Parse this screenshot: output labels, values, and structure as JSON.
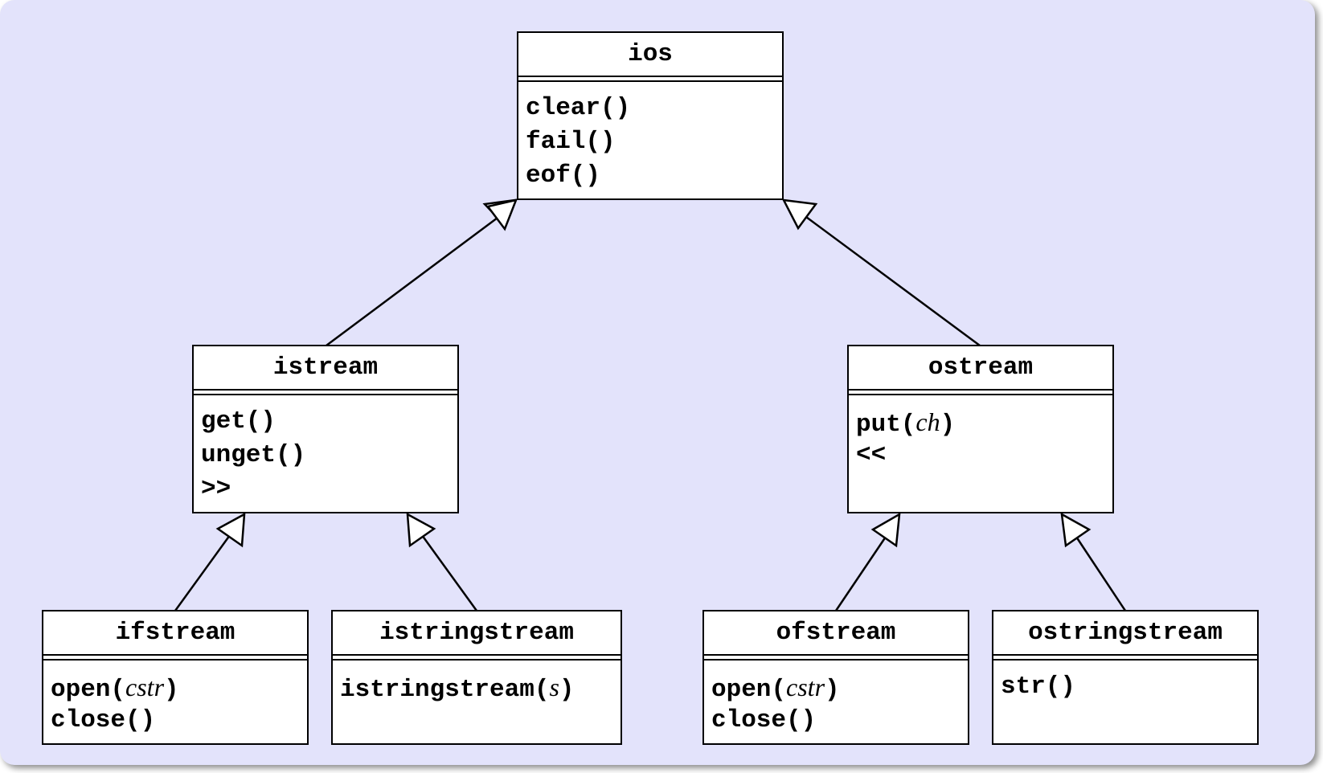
{
  "classes": {
    "ios": {
      "name": "ios",
      "ops": [
        {
          "text": "clear()"
        },
        {
          "text": "fail()"
        },
        {
          "text": "eof()"
        }
      ]
    },
    "istream": {
      "name": "istream",
      "ops": [
        {
          "text": "get()"
        },
        {
          "text": "unget()"
        },
        {
          "text": ">>"
        }
      ]
    },
    "ostream": {
      "name": "ostream",
      "ops": [
        {
          "pre": "put(",
          "arg": "ch",
          "post": ")"
        },
        {
          "text": "<<"
        }
      ]
    },
    "ifstream": {
      "name": "ifstream",
      "ops": [
        {
          "pre": "open(",
          "arg": "cstr",
          "post": ")"
        },
        {
          "text": "close()"
        }
      ]
    },
    "istringstream": {
      "name": "istringstream",
      "ops": [
        {
          "pre": "istringstream(",
          "arg": "s",
          "post": ")"
        }
      ]
    },
    "ofstream": {
      "name": "ofstream",
      "ops": [
        {
          "pre": "open(",
          "arg": "cstr",
          "post": ")"
        },
        {
          "text": "close()"
        }
      ]
    },
    "ostringstream": {
      "name": "ostringstream",
      "ops": [
        {
          "text": "str()"
        }
      ]
    }
  },
  "inheritance": [
    {
      "child": "istream",
      "parent": "ios"
    },
    {
      "child": "ostream",
      "parent": "ios"
    },
    {
      "child": "ifstream",
      "parent": "istream"
    },
    {
      "child": "istringstream",
      "parent": "istream"
    },
    {
      "child": "ofstream",
      "parent": "ostream"
    },
    {
      "child": "ostringstream",
      "parent": "ostream"
    }
  ],
  "colors": {
    "background": "#e3e3fb",
    "box_fill": "#ffffff",
    "stroke": "#000000"
  }
}
